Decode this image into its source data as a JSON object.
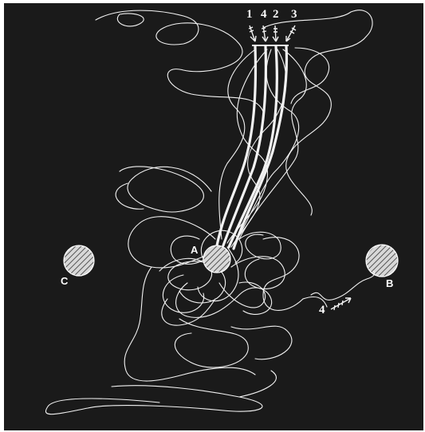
{
  "colors": {
    "background": "#1a1a1a",
    "trail": "#f2f2f2",
    "hatch": "#ffffff"
  },
  "trail_labels": [
    "1",
    "4",
    "2",
    "3"
  ],
  "point_labels": {
    "a": "A",
    "b": "B",
    "c": "C"
  },
  "arrow_label": "4"
}
